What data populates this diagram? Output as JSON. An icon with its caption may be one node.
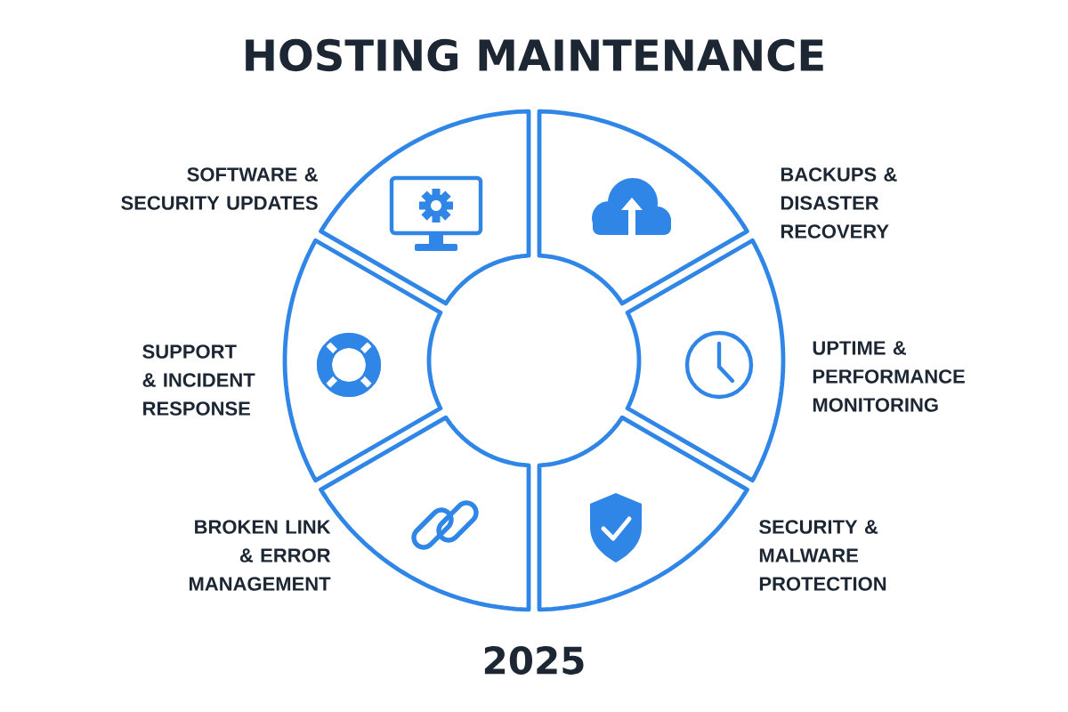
{
  "diagram": {
    "title": "HOSTING MAINTENANCE",
    "caption": "2025",
    "nodes": [
      {
        "text": [],
        "shape": "segment"
      },
      {
        "text": [],
        "shape": "segment"
      },
      {
        "text": [],
        "shape": "segment"
      },
      {
        "text": [],
        "shape": "segment"
      },
      {
        "text": [],
        "shape": "segment"
      },
      {
        "text": [],
        "shape": "segment"
      }
    ],
    "labels": [
      "SOFTWARE & SECURITY UPDATES",
      "BACKUPS & DISASTER RECOVERY",
      "SUPPORT & INCIDENT RESPONSE",
      "UPTIME & PERFORMANCE MONITORING",
      "BROKEN LINK & ERROR MANAGEMENT",
      "SECURITY & MALWARE PROTECTION"
    ]
  }
}
